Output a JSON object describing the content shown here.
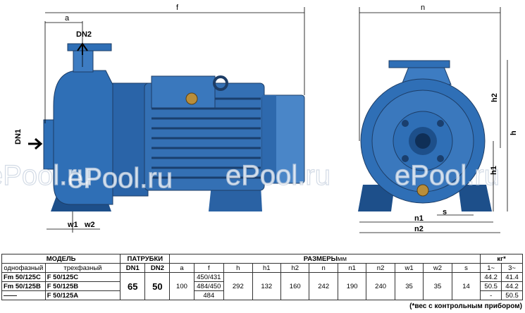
{
  "watermark": "ePool.ru",
  "drawing": {
    "dim_a": "a",
    "dim_f": "f",
    "dim_n": "n",
    "dim_dn1": "DN1",
    "dim_dn2": "DN2",
    "dim_w1": "w1",
    "dim_w2": "w2",
    "dim_h": "h",
    "dim_h1": "h1",
    "dim_h2": "h2",
    "dim_n1": "n1",
    "dim_n2": "n2",
    "dim_s": "s"
  },
  "table": {
    "h_model": "МОДЕЛЬ",
    "h_ports": "ПАТРУБКИ",
    "h_dims": "РАЗМЕРЫ",
    "h_dims_unit": "мм",
    "h_weight": "кг*",
    "sub_single": "однофазный",
    "sub_three": "трехфазный",
    "cols": [
      "DN1",
      "DN2",
      "a",
      "f",
      "h",
      "h1",
      "h2",
      "n",
      "n1",
      "n2",
      "w1",
      "w2",
      "s",
      "1~",
      "3~"
    ],
    "rows": [
      {
        "single": "Fm 50/125C",
        "three": "F 50/125C",
        "f": "450/431",
        "w1": "44.2",
        "w3": "41.4"
      },
      {
        "single": "Fm 50/125B",
        "three": "F 50/125B",
        "f": "484/450",
        "w1": "50.5",
        "w3": "44.2"
      },
      {
        "single": "——",
        "three": "F 50/125A",
        "f": "484",
        "w1": "-",
        "w3": "50.5"
      }
    ],
    "common": {
      "dn1": "65",
      "dn2": "50",
      "a": "100",
      "h": "292",
      "h1": "132",
      "h2": "160",
      "n": "242",
      "n1": "190",
      "n2": "240",
      "w1": "35",
      "w2": "35",
      "s": "14"
    }
  },
  "footnote": "(*вес с контрольным прибором)",
  "colors": {
    "body": "#2f6fb6",
    "dark": "#1d4f8a",
    "light": "#6fa3db"
  }
}
